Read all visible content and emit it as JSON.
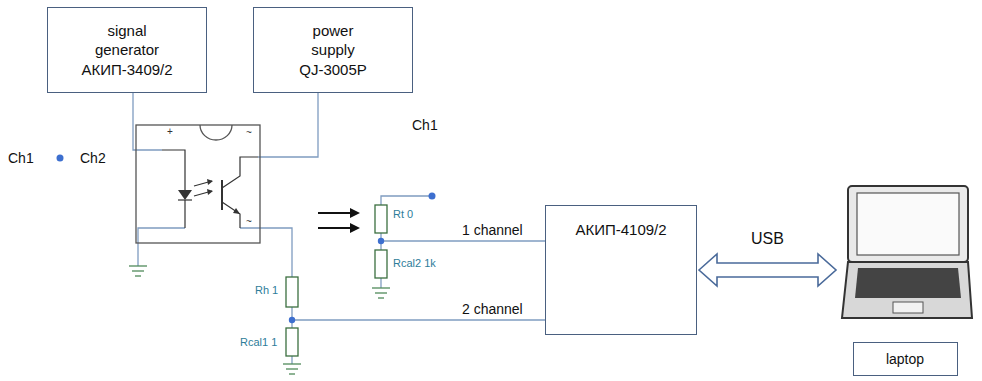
{
  "diagram": {
    "nodes": [
      {
        "text": [
          "signal generator",
          "АКИП-3409/2"
        ]
      },
      {
        "text": [
          "power supply",
          "QJ-3005P"
        ]
      },
      {
        "text": [
          "АКИП-4109/2"
        ]
      },
      {
        "text": [
          "laptop"
        ]
      }
    ],
    "edges": [
      {
        "from": 2,
        "to": 3,
        "arrow": "both",
        "label": "USB"
      }
    ],
    "labels": [
      "Ch1",
      "Ch2",
      "+",
      "~",
      "~",
      "Ch1",
      "Rt 0",
      "Rcal2 1k",
      "Rh 1",
      "Rcal1 1",
      "1 channel",
      "2 channel"
    ]
  }
}
